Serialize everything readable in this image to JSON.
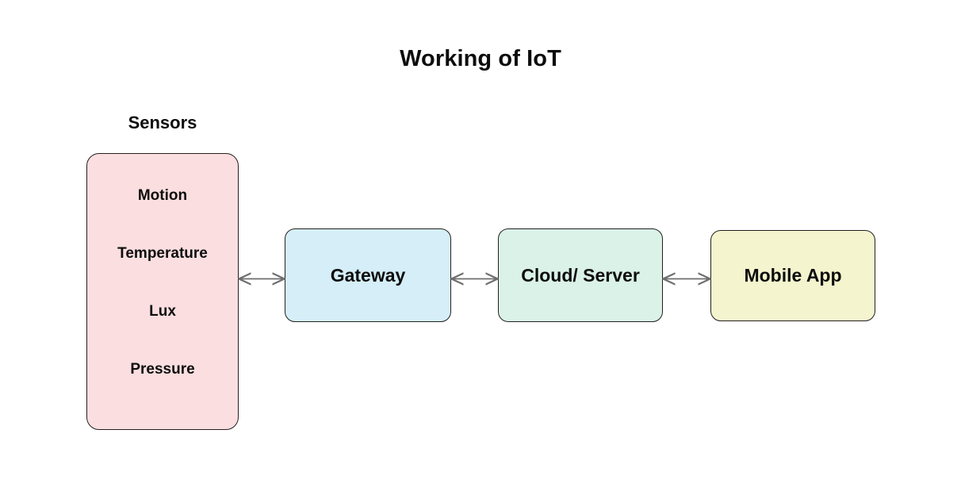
{
  "diagram": {
    "title": "Working of IoT",
    "background": "#ffffff",
    "text_color": "#0d0d0d",
    "border_color": "#24201f",
    "connector_color": "#6e6e6e",
    "groups": [
      {
        "id": "sensors",
        "label": "Sensors",
        "fill": "#fadee0",
        "items": [
          {
            "label": "Motion"
          },
          {
            "label": "Temperature"
          },
          {
            "label": "Lux"
          },
          {
            "label": "Pressure"
          }
        ]
      }
    ],
    "nodes": [
      {
        "id": "gateway",
        "label": "Gateway",
        "fill": "#d5eef8"
      },
      {
        "id": "cloud",
        "label": "Cloud/ Server",
        "fill": "#daf2e8"
      },
      {
        "id": "mobile",
        "label": "Mobile App",
        "fill": "#f4f4ce"
      }
    ],
    "connectors": [
      {
        "id": "sensors-gateway",
        "from": "sensors",
        "to": "gateway",
        "direction": "bidirectional"
      },
      {
        "id": "gateway-cloud",
        "from": "gateway",
        "to": "cloud",
        "direction": "bidirectional"
      },
      {
        "id": "cloud-mobile",
        "from": "cloud",
        "to": "mobile",
        "direction": "bidirectional"
      }
    ]
  }
}
